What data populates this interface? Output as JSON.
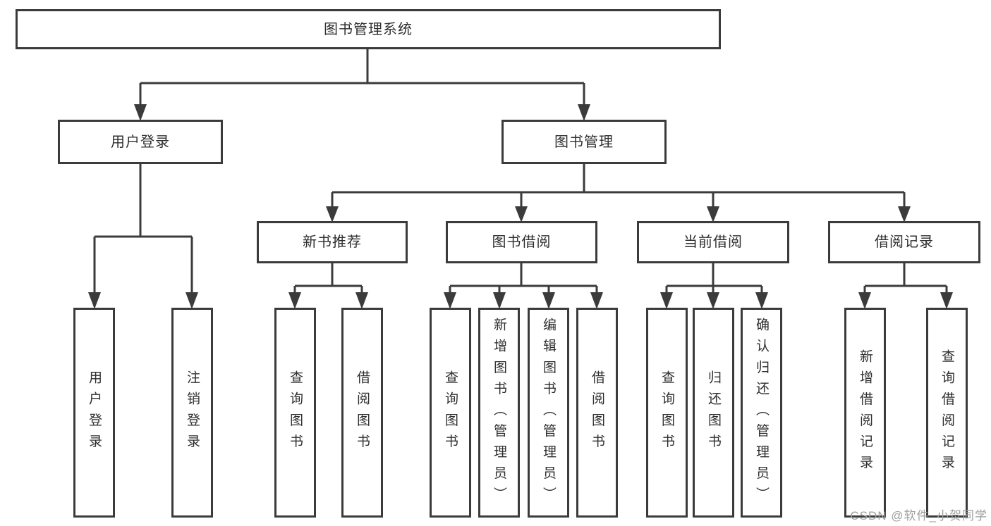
{
  "diagram_title": "图书管理系统",
  "tree": {
    "label": "图书管理系统",
    "children": [
      {
        "label": "用户登录",
        "children": [
          {
            "label": "用户登录"
          },
          {
            "label": "注销登录"
          }
        ]
      },
      {
        "label": "图书管理",
        "children": [
          {
            "label": "新书推荐",
            "children": [
              {
                "label": "查询图书"
              },
              {
                "label": "借阅图书"
              }
            ]
          },
          {
            "label": "图书借阅",
            "children": [
              {
                "label": "查询图书"
              },
              {
                "label": "新增图书（管理员）"
              },
              {
                "label": "编辑图书（管理员）"
              },
              {
                "label": "借阅图书"
              }
            ]
          },
          {
            "label": "当前借阅",
            "children": [
              {
                "label": "查询图书"
              },
              {
                "label": "归还图书"
              },
              {
                "label": "确认归还（管理员）"
              }
            ]
          },
          {
            "label": "借阅记录",
            "children": [
              {
                "label": "新增借阅记录"
              },
              {
                "label": "查询借阅记录"
              }
            ]
          }
        ]
      }
    ]
  },
  "watermark": {
    "text": "CSDN @软件_小贺同学"
  },
  "colors": {
    "line": "#3b3b3b",
    "text": "#2e2e2e",
    "watermark": "#9e9e9e"
  }
}
